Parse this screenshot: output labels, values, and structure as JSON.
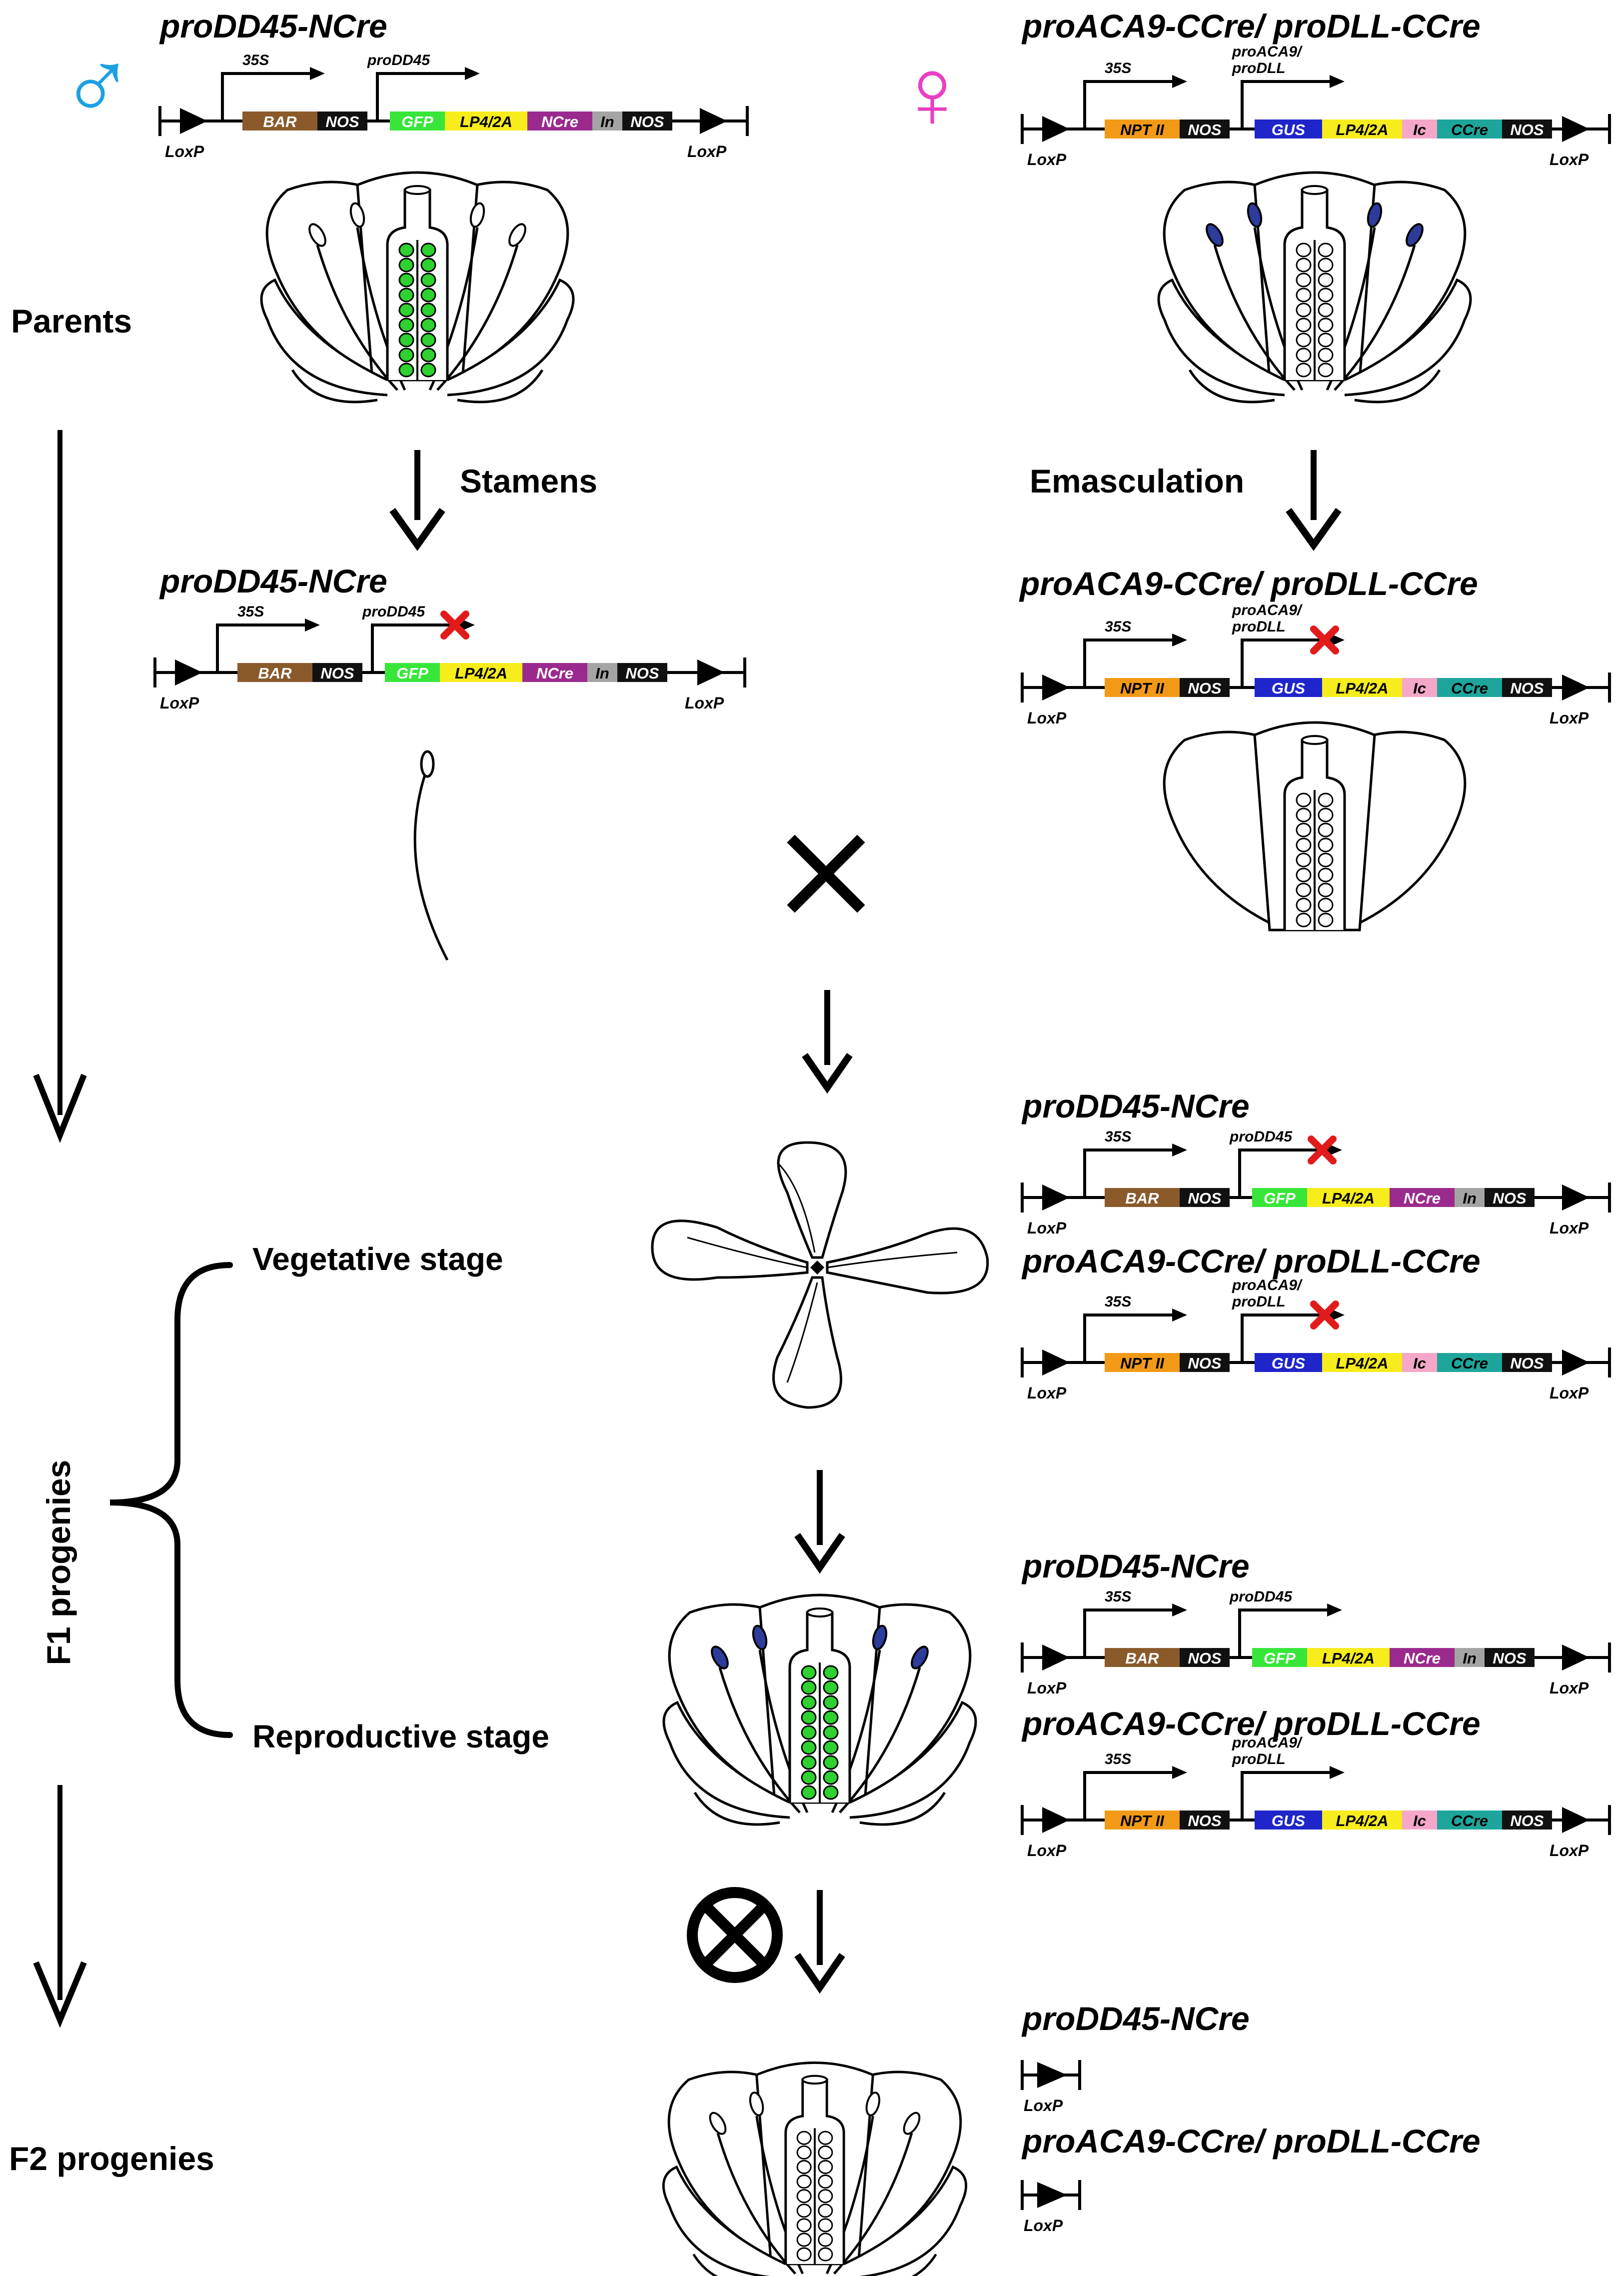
{
  "left_labels": {
    "parents": "Parents",
    "f1": "F1 progenies",
    "f2": "F2 progenies",
    "vegetative": "Vegetative stage",
    "reproductive": "Reproductive stage"
  },
  "symbols": {
    "male": "♂",
    "female": "♀",
    "male_color": "#1ba1e2",
    "female_color": "#e93fc2"
  },
  "steps": {
    "stamens": "Stamens",
    "emasculation": "Emasculation"
  },
  "construct_titles": {
    "ncre": "proDD45-NCre",
    "ccre": "proACA9-CCre/ proDLL-CCre"
  },
  "element_labels": {
    "p35s": "35S",
    "pdd45": "proDD45",
    "paca9_1": "proACA9/",
    "paca9_2": "proDLL",
    "loxp": "LoxP",
    "bar": "BAR",
    "nos": "NOS",
    "gfp": "GFP",
    "lp4": "LP4/2A",
    "ncre": "NCre",
    "in": "In",
    "nptii": "NPT II",
    "gus": "GUS",
    "ic": "Ic",
    "ccre": "CCre"
  },
  "colors": {
    "bar": "#8a5a2b",
    "nos": "#111111",
    "gfp": "#38e63a",
    "lp4": "#f7ec1c",
    "ncre": "#9b2a8e",
    "in": "#a4a4a4",
    "nptii": "#f29a17",
    "gus": "#1f25c9",
    "ic": "#f4a7c8",
    "ccre": "#1ea59b",
    "ovule_green": "#2ed12f",
    "anther_blue": "#2d3c9b",
    "x_red": "#e11b1b"
  }
}
